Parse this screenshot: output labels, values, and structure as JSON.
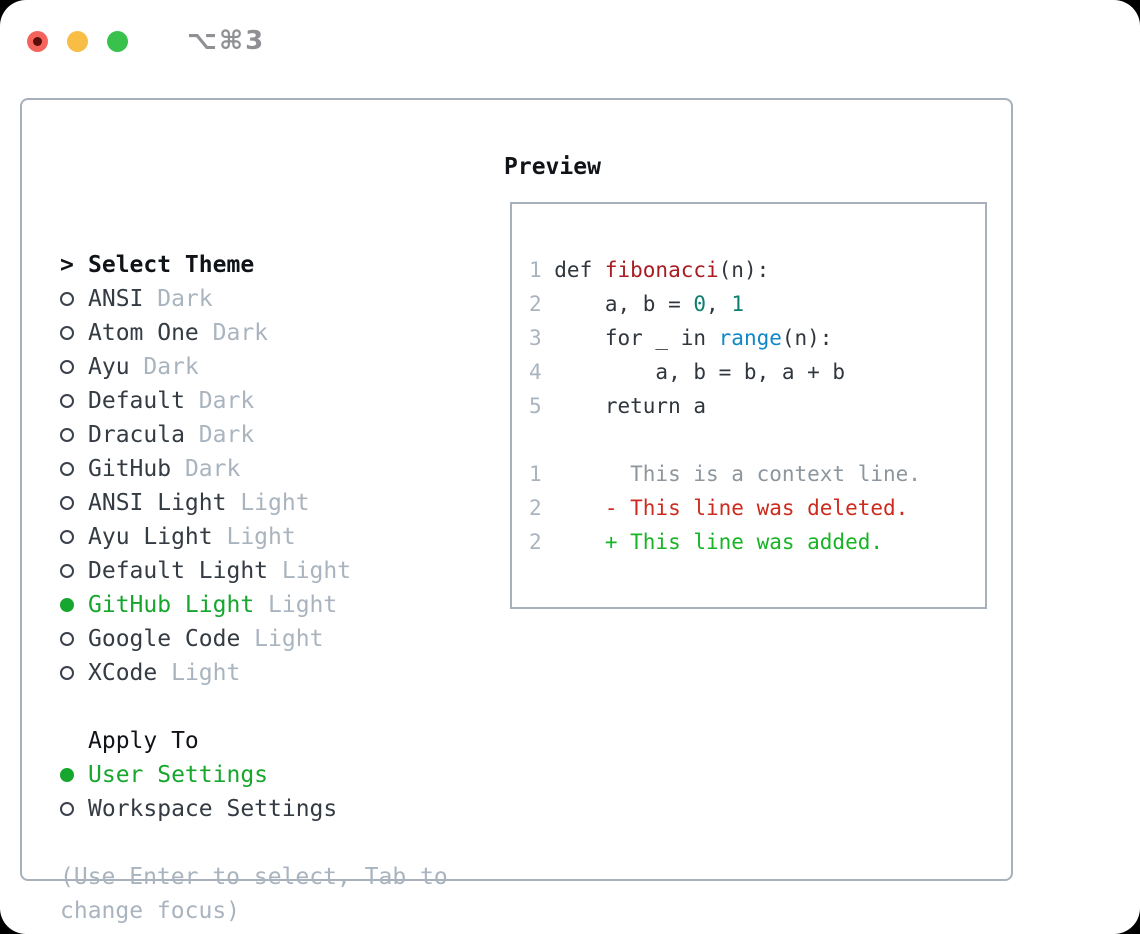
{
  "titlebar": {
    "title": "⌥⌘3"
  },
  "colors": {
    "traffic_red": "#f4645c",
    "traffic_yellow": "#f7bd45",
    "traffic_green": "#38c24c",
    "border_gray": "#a8b1bb",
    "header_black": "#101418",
    "label_dark": "#343b43",
    "muted": "#a9b4bf",
    "selected_green": "#17a62e",
    "code_plain": "#2f363d",
    "func_red": "#a81c22",
    "builtin_blue": "#0f87c8",
    "number_teal": "#0d7e71",
    "lineno": "#a9b4bf",
    "diff_context": "#8d959d",
    "diff_deleted": "#cd2b1e",
    "diff_added": "#17b425"
  },
  "theme_selector": {
    "header_prefix": ">",
    "header": "Select Theme",
    "items": [
      {
        "name": "ANSI",
        "variant": "Dark",
        "selected": false
      },
      {
        "name": "Atom One",
        "variant": "Dark",
        "selected": false
      },
      {
        "name": "Ayu",
        "variant": "Dark",
        "selected": false
      },
      {
        "name": "Default",
        "variant": "Dark",
        "selected": false
      },
      {
        "name": "Dracula",
        "variant": "Dark",
        "selected": false
      },
      {
        "name": "GitHub",
        "variant": "Dark",
        "selected": false
      },
      {
        "name": "ANSI Light",
        "variant": "Light",
        "selected": false
      },
      {
        "name": "Ayu Light",
        "variant": "Light",
        "selected": false
      },
      {
        "name": "Default Light",
        "variant": "Light",
        "selected": false
      },
      {
        "name": "GitHub Light",
        "variant": "Light",
        "selected": true
      },
      {
        "name": "Google Code",
        "variant": "Light",
        "selected": false
      },
      {
        "name": "XCode",
        "variant": "Light",
        "selected": false
      }
    ],
    "apply_header": "Apply To",
    "apply_options": [
      {
        "label": "User Settings",
        "selected": true
      },
      {
        "label": "Workspace Settings",
        "selected": false
      }
    ],
    "hint_lines": [
      "(Use Enter to select, Tab to",
      "change focus)"
    ]
  },
  "preview": {
    "header": "Preview",
    "lines": [
      {
        "num": "1",
        "tokens": [
          {
            "t": "def ",
            "c": "plain"
          },
          {
            "t": "fibonacci",
            "c": "func"
          },
          {
            "t": "(n):",
            "c": "plain"
          }
        ]
      },
      {
        "num": "2",
        "tokens": [
          {
            "t": "    a, b = ",
            "c": "plain"
          },
          {
            "t": "0",
            "c": "number"
          },
          {
            "t": ", ",
            "c": "plain"
          },
          {
            "t": "1",
            "c": "number"
          }
        ]
      },
      {
        "num": "3",
        "tokens": [
          {
            "t": "    for _ in ",
            "c": "plain"
          },
          {
            "t": "range",
            "c": "builtin"
          },
          {
            "t": "(n):",
            "c": "plain"
          }
        ]
      },
      {
        "num": "4",
        "tokens": [
          {
            "t": "        a, b = b, a + b",
            "c": "plain"
          }
        ]
      },
      {
        "num": "5",
        "tokens": [
          {
            "t": "    return a",
            "c": "plain"
          }
        ]
      },
      {
        "num": "",
        "tokens": []
      },
      {
        "num": "1",
        "tokens": [
          {
            "t": "      This is a context line.",
            "c": "context"
          }
        ]
      },
      {
        "num": "2",
        "tokens": [
          {
            "t": "    - This line was deleted.",
            "c": "deleted"
          }
        ]
      },
      {
        "num": "2",
        "tokens": [
          {
            "t": "    + This line was added.",
            "c": "added"
          }
        ]
      }
    ]
  }
}
